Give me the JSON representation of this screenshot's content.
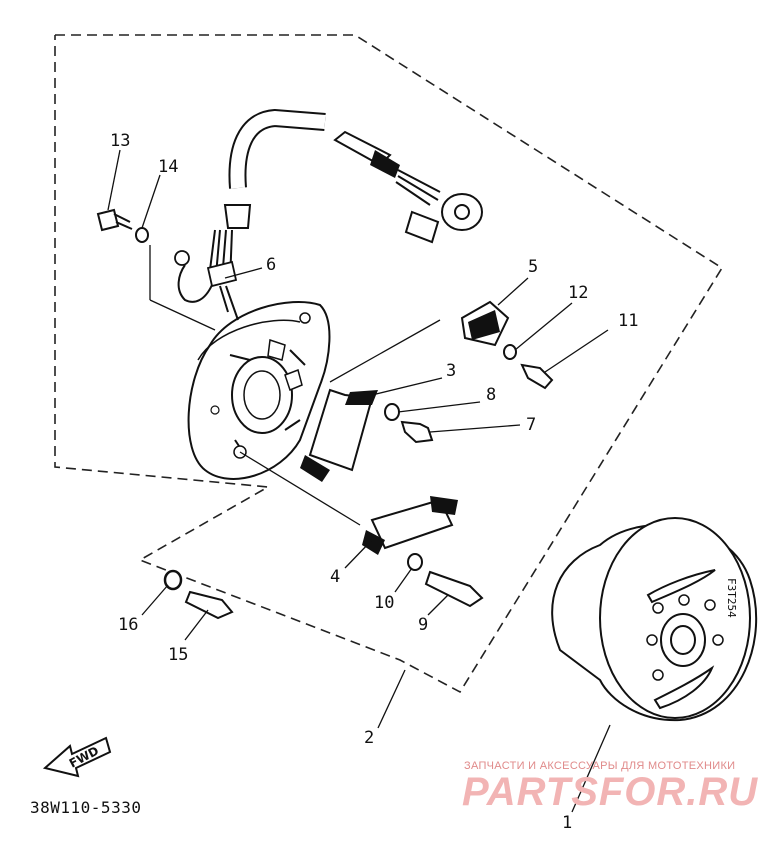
{
  "diagram": {
    "part_code": "38W110-5330",
    "fwd_label": "FWD",
    "rotor_marking": "F3T254",
    "callouts": [
      {
        "id": "c1",
        "text": "1"
      },
      {
        "id": "c2",
        "text": "2"
      },
      {
        "id": "c3",
        "text": "3"
      },
      {
        "id": "c4",
        "text": "4"
      },
      {
        "id": "c5",
        "text": "5"
      },
      {
        "id": "c6",
        "text": "6"
      },
      {
        "id": "c7",
        "text": "7"
      },
      {
        "id": "c8",
        "text": "8"
      },
      {
        "id": "c9",
        "text": "9"
      },
      {
        "id": "c10",
        "text": "10"
      },
      {
        "id": "c11",
        "text": "11"
      },
      {
        "id": "c12",
        "text": "12"
      },
      {
        "id": "c13",
        "text": "13"
      },
      {
        "id": "c14",
        "text": "14"
      },
      {
        "id": "c15",
        "text": "15"
      },
      {
        "id": "c16",
        "text": "16"
      }
    ]
  },
  "watermark": {
    "tagline": "ЗАПЧАСТИ И АКСЕССУАРЫ ДЛЯ МОТОТЕХНИКИ",
    "brand": "PARTSFOR.RU"
  }
}
